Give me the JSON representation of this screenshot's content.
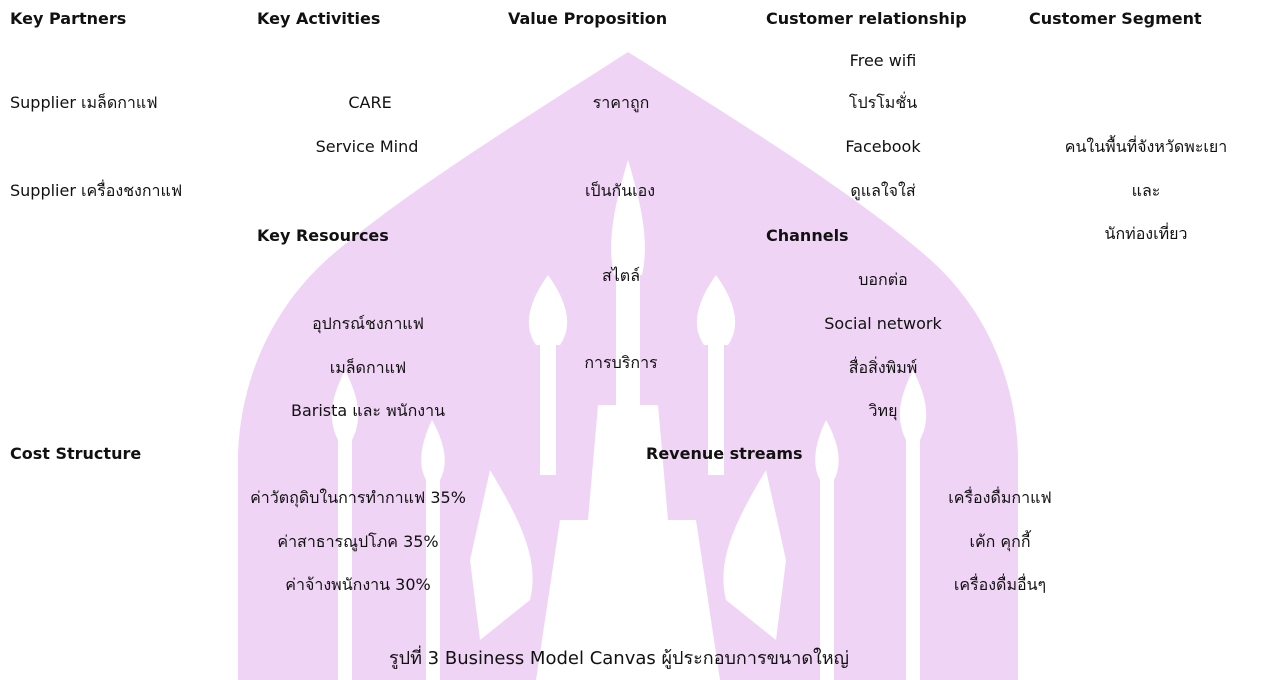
{
  "headers": {
    "key_partners": "Key Partners",
    "key_activities": "Key Activities",
    "value_proposition": "Value Proposition",
    "customer_relationship": "Customer relationship",
    "customer_segment": "Customer Segment",
    "key_resources": "Key Resources",
    "channels": "Channels",
    "cost_structure": "Cost Structure",
    "revenue_streams": "Revenue streams"
  },
  "key_partners": [
    "Supplier เมล็ดกาแฟ",
    "Supplier เครื่องชงกาแฟ"
  ],
  "key_activities": [
    "CARE",
    "Service Mind"
  ],
  "value_proposition": [
    "ราคาถูก",
    "เป็นกันเอง",
    "สไตล์",
    "การบริการ"
  ],
  "customer_relationship": [
    "Free wifi",
    "โปรโมชั่น",
    "Facebook",
    "ดูแลใจใส่"
  ],
  "customer_segment": [
    "คนในพื้นที่จังหวัดพะเยา",
    "และ",
    "นักท่องเที่ยว"
  ],
  "key_resources": [
    "อุปกรณ์ชงกาแฟ",
    "เมล็ดกาแฟ",
    "Barista และ พนักงาน"
  ],
  "channels": [
    "บอกต่อ",
    "Social network",
    "สื่อสิ่งพิมพ์",
    "วิทยุ"
  ],
  "cost_structure": [
    "ค่าวัตถุดิบในการทำกาแฟ 35%",
    "ค่าสาธารณูปโภค 35%",
    "ค่าจ้างพนักงาน 30%"
  ],
  "revenue_streams": [
    "เครื่องดื่มกาแฟ",
    "เค้ก คุกกี้",
    "เครื่องดื่มอื่นๆ"
  ],
  "caption": "รูปที่ 3 Business Model Canvas ผู้ประกอบการขนาดใหญ่",
  "watermark_color": "#f0d4f5"
}
